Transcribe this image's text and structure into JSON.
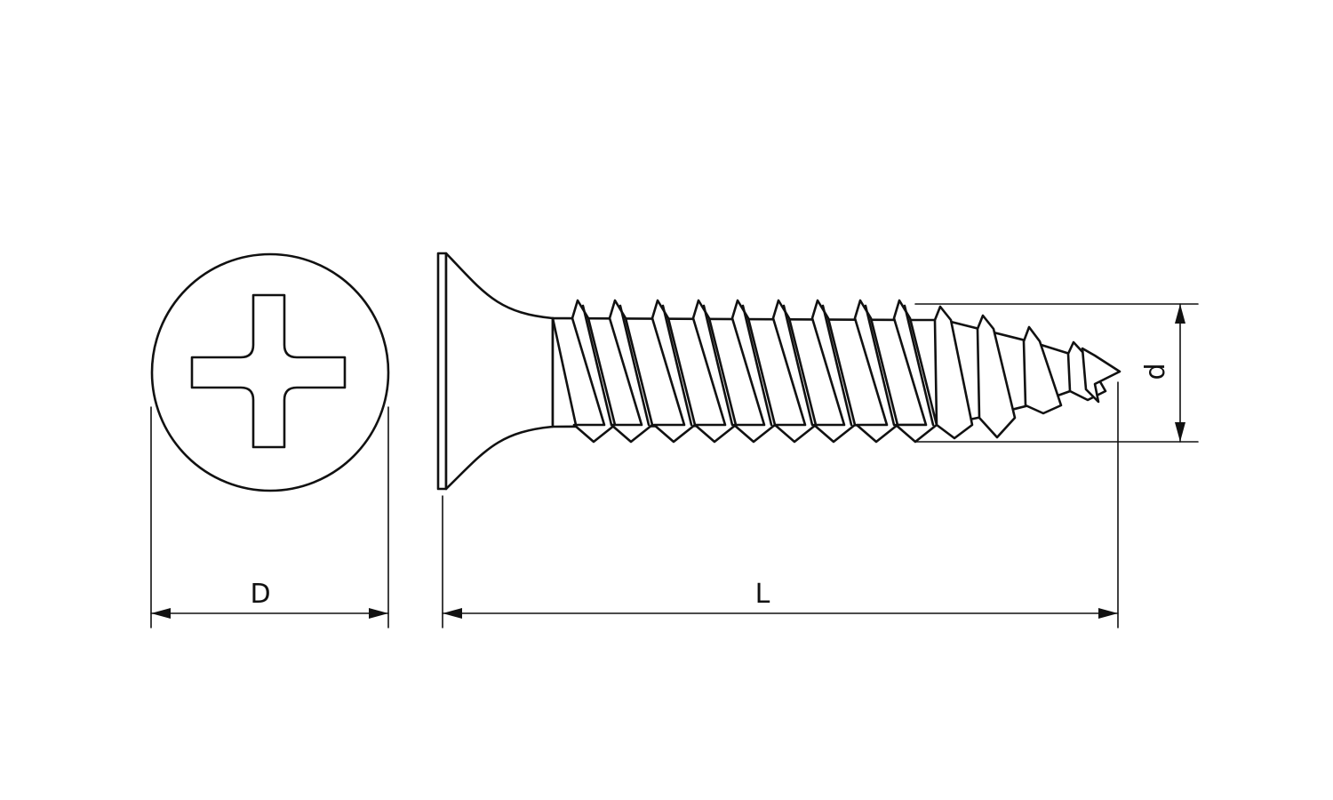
{
  "dimensions": {
    "head_diameter_label": "D",
    "length_label": "L",
    "thread_diameter_label": "d"
  },
  "colors": {
    "line": "#111111",
    "background": "#ffffff"
  }
}
